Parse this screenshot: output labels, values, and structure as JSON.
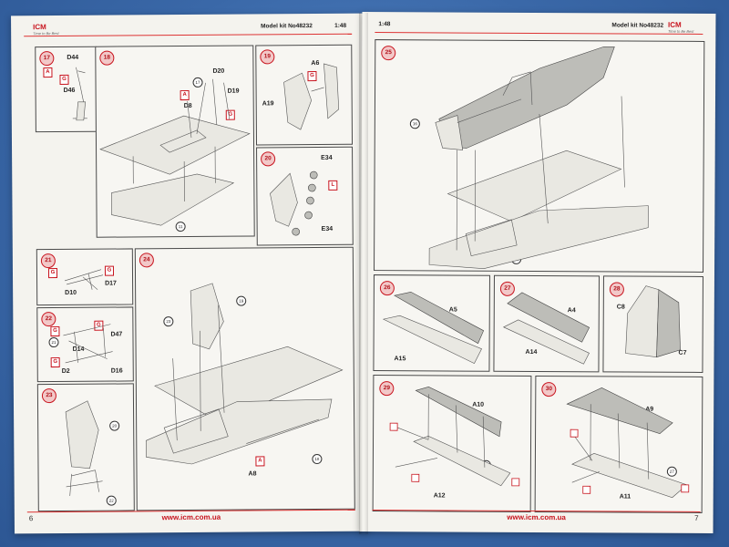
{
  "left_page": {
    "logo": "ICM",
    "logo_tagline": "Time to Be Best",
    "kit_label": "Model kit No48232",
    "scale": "1:48",
    "website": "www.icm.com.ua",
    "page_number": "6",
    "steps": {
      "s17": {
        "number": "17",
        "labels": [
          "D44",
          "D46"
        ],
        "tags": [
          "A",
          "G"
        ]
      },
      "s18": {
        "number": "18",
        "labels": [
          "D20",
          "D19",
          "D8"
        ],
        "tags": [
          "A",
          "G"
        ],
        "refs": [
          "17",
          "11"
        ]
      },
      "s19": {
        "number": "19",
        "labels": [
          "A6",
          "A19"
        ],
        "tags": [
          "G"
        ]
      },
      "s20": {
        "number": "20",
        "labels": [
          "E34",
          "E34"
        ],
        "tags": [
          "L"
        ]
      },
      "s21": {
        "number": "21",
        "labels": [
          "D17",
          "D10"
        ],
        "tags": [
          "G",
          "G"
        ]
      },
      "s22": {
        "number": "22",
        "labels": [
          "D47",
          "D14",
          "D2",
          "D16"
        ],
        "tags": [
          "G",
          "G",
          "G"
        ],
        "refs": [
          "21"
        ]
      },
      "s23": {
        "number": "23",
        "refs": [
          "20",
          "22"
        ]
      },
      "s24": {
        "number": "24",
        "labels": [
          "A8"
        ],
        "tags": [
          "A"
        ],
        "refs": [
          "23",
          "19",
          "18"
        ]
      }
    }
  },
  "right_page": {
    "logo": "ICM",
    "logo_tagline": "Time to Be Best",
    "kit_label": "Model kit No48232",
    "scale": "1:48",
    "website": "www.icm.com.ua",
    "page_number": "7",
    "steps": {
      "s25": {
        "number": "25",
        "refs": [
          "16",
          "24"
        ]
      },
      "s26": {
        "number": "26",
        "labels": [
          "A5",
          "A15"
        ]
      },
      "s27": {
        "number": "27",
        "labels": [
          "A4",
          "A14"
        ]
      },
      "s28": {
        "number": "28",
        "labels": [
          "C8",
          "C7"
        ]
      },
      "s29": {
        "number": "29",
        "labels": [
          "A10",
          "A12"
        ],
        "refs": [
          "26"
        ]
      },
      "s30": {
        "number": "30",
        "labels": [
          "A9",
          "A11"
        ],
        "refs": [
          "27"
        ]
      }
    }
  },
  "colors": {
    "accent_red": "#c8141e",
    "paper": "#f4f3ee",
    "background_blue": "#3d6fb0"
  }
}
